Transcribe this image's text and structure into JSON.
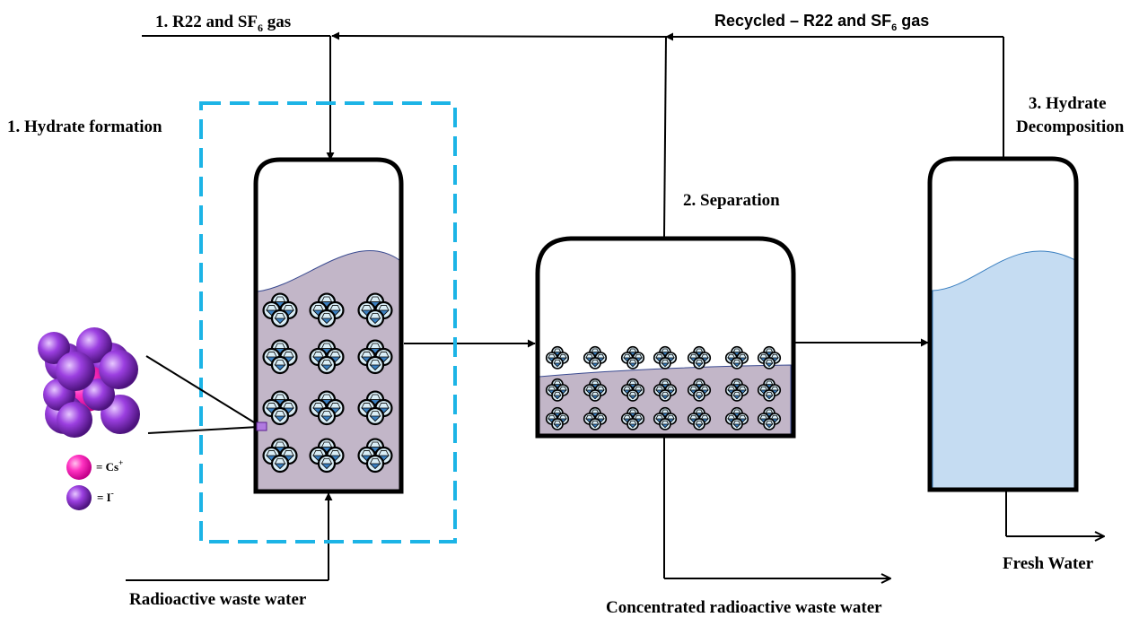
{
  "labels": {
    "feed_gas_prefix": "1. R22 and SF",
    "feed_gas_sub": "6",
    "feed_gas_suffix": " gas",
    "recycled_prefix": "Recycled – R22 and SF",
    "recycled_sub": "6",
    "recycled_suffix": " gas",
    "hydrate_formation": "1. Hydrate formation",
    "separation": "2. Separation",
    "hydrate_decomposition_line1": "3. Hydrate",
    "hydrate_decomposition_line2": "Decomposition",
    "radioactive_waste_water": "Radioactive waste water",
    "concentrated_waste_water": "Concentrated radioactive waste water",
    "fresh_water": "Fresh Water"
  },
  "legend": {
    "cs": {
      "text": "= Cs",
      "sup": "+",
      "color": "#ff1fb4"
    },
    "i": {
      "text": "=  I",
      "sup": "-",
      "color": "#8a2bd2"
    }
  },
  "colors": {
    "reactor_fill": "#c2b6c8",
    "fresh_water": "#c5dcf2",
    "dashed_box": "#1cb4e6",
    "hydrate_blue": "#3a7fc0",
    "hydrate_cage": "#d9eef7"
  },
  "icons": [
    "hydrate-crystal-icon",
    "cs-ion-icon",
    "i-ion-icon",
    "cscl-lattice-icon"
  ]
}
